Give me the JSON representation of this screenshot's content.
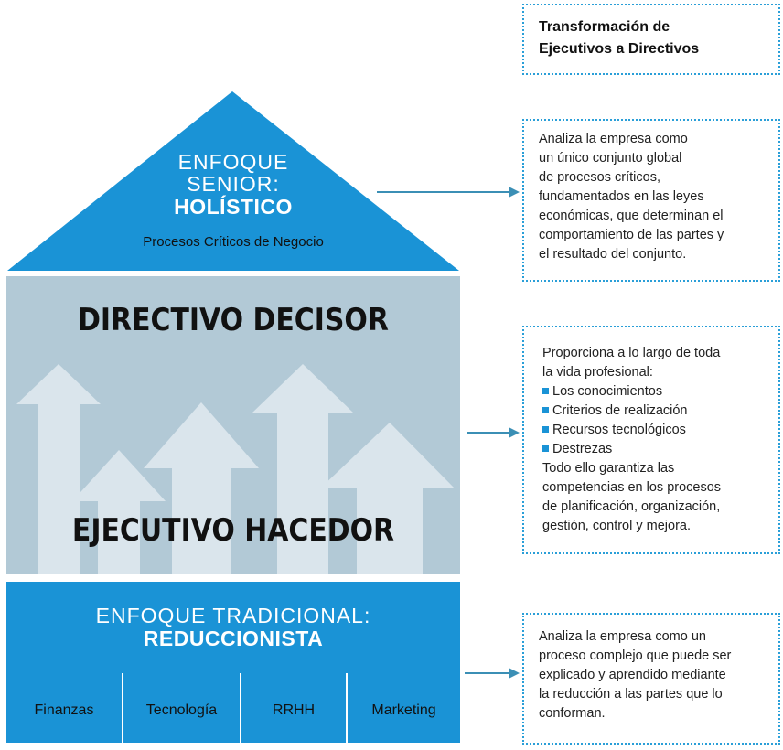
{
  "roof": {
    "title_light": "ENFOQUE",
    "title_light2": "SENIOR:",
    "title_bold": "HOLÍSTICO",
    "subtitle": "Procesos Críticos de Negocio"
  },
  "middle": {
    "top_label": "DIRECTIVO DECISOR",
    "bottom_label": "EJECUTIVO HACEDOR"
  },
  "base": {
    "title_light": "ENFOQUE TRADICIONAL:",
    "title_bold": "REDUCCIONISTA",
    "departments": [
      "Finanzas",
      "Tecnología",
      "RRHH",
      "Marketing"
    ]
  },
  "right": {
    "header": [
      "Transformación de",
      "Ejecutivos a Directivos"
    ],
    "box1": [
      "Analiza la empresa como",
      "un único conjunto global",
      "de procesos críticos,",
      "fundamentados en las leyes",
      "económicas, que determinan el",
      "comportamiento de las partes y",
      "el resultado del conjunto."
    ],
    "box2_intro": [
      "Proporciona a lo largo de toda",
      "la vida profesional:"
    ],
    "box2_bullets": [
      "Los conocimientos",
      "Criterios de realización",
      "Recursos tecnológicos",
      "Destrezas"
    ],
    "box2_outro": [
      "Todo ello garantiza las",
      "competencias en los procesos",
      "de planificación, organización,",
      "gestión, control y mejora."
    ],
    "box3": [
      "Analiza la empresa como un",
      "proceso complejo que puede ser",
      "explicado y aprendido mediante",
      "la reducción a las partes que lo",
      "conforman."
    ]
  },
  "colors": {
    "roof_blue": "#1a93d6",
    "middle_gray": "#b2c9d6",
    "arrow_light": "#dfe9ef",
    "connector": "#3b8fb5",
    "box_border": "#2a9fd8"
  }
}
